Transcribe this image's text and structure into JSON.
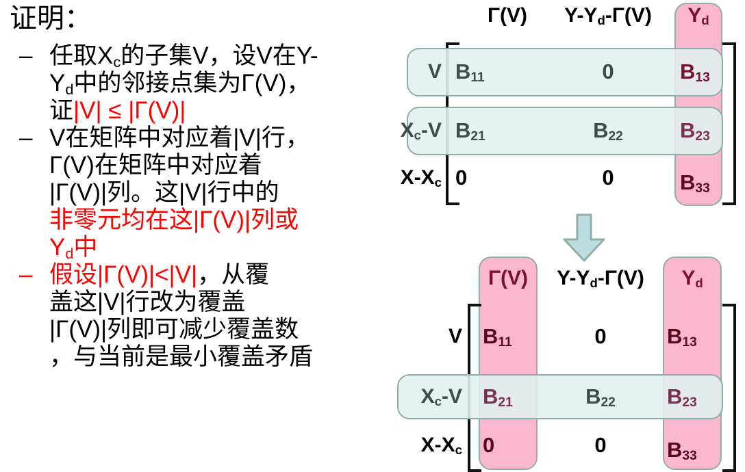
{
  "slide": {
    "title": "证明：",
    "bullets": [
      {
        "id": "bullet-1",
        "dash": "–",
        "lines": [
          [
            {
              "t": "任取X",
              "c": "black"
            },
            {
              "t": "c",
              "c": "black",
              "sub": true
            },
            {
              "t": "的子集V，设V在Y-",
              "c": "black"
            }
          ],
          [
            {
              "t": "Y",
              "c": "black"
            },
            {
              "t": "d",
              "c": "black",
              "sub": true
            },
            {
              "t": "中的邻接点集为Γ(V)，",
              "c": "black"
            }
          ],
          [
            {
              "t": "证",
              "c": "black"
            },
            {
              "t": "|V| ≤ |Γ(V)|",
              "c": "red"
            }
          ]
        ]
      },
      {
        "id": "bullet-2",
        "dash": "–",
        "lines": [
          [
            {
              "t": "V在矩阵中对应着|V|行，",
              "c": "black"
            }
          ],
          [
            {
              "t": "Γ(V)在矩阵中对应着",
              "c": "black"
            }
          ],
          [
            {
              "t": "|Γ(V)|列。这|V|行中的",
              "c": "black"
            }
          ],
          [
            {
              "t": "非零元均在这|Γ(V)|列或",
              "c": "red"
            }
          ],
          [
            {
              "t": "Y",
              "c": "red"
            },
            {
              "t": "d",
              "c": "red",
              "sub": true
            },
            {
              "t": "中",
              "c": "red"
            }
          ]
        ]
      },
      {
        "id": "bullet-3",
        "dash": "–",
        "dash_color": "red",
        "lines": [
          [
            {
              "t": "假设|Γ(V)|<|V|",
              "c": "red"
            },
            {
              "t": "，从覆",
              "c": "black"
            }
          ],
          [
            {
              "t": "盖这|V|行改为覆盖",
              "c": "black"
            }
          ],
          [
            {
              "t": "|Γ(V)|列即可减少覆盖数",
              "c": "black"
            }
          ],
          [
            {
              "t": "，与当前是最小覆盖矛盾",
              "c": "black"
            }
          ]
        ]
      }
    ]
  },
  "matrix_top": {
    "name": "matrix-before",
    "col_headers": [
      {
        "id": "col-gammaV",
        "text": "Γ(V)",
        "highlighted": false
      },
      {
        "id": "col-y-yd-gammaV",
        "text": "Y-Yd-Γ(V)",
        "highlighted": false
      },
      {
        "id": "col-yd",
        "text": "Yd",
        "highlighted": true
      }
    ],
    "row_labels": [
      {
        "id": "row-v",
        "text": "V",
        "highlighted": true
      },
      {
        "id": "row-xc-v",
        "text": "Xc-V",
        "highlighted": true
      },
      {
        "id": "row-x-xc",
        "text": "X-Xc",
        "highlighted": false
      }
    ],
    "cells": [
      [
        "B11",
        "0",
        "B13"
      ],
      [
        "B21",
        "B22",
        "B23"
      ],
      [
        "0",
        "0",
        "B33"
      ]
    ],
    "highlight": {
      "rows": [
        "row-v",
        "row-xc-v"
      ],
      "cols": [
        "col-yd"
      ],
      "row_color": "#e0f1ef",
      "col_color": "#faaac4",
      "border_color": "#8fadab"
    }
  },
  "arrow": {
    "name": "down-arrow",
    "fill": "#bedde2",
    "stroke": "#8fadab"
  },
  "matrix_bottom": {
    "name": "matrix-after",
    "col_headers": [
      {
        "id": "col-gammaV",
        "text": "Γ(V)",
        "highlighted": true
      },
      {
        "id": "col-y-yd-gammaV",
        "text": "Y-Yd-Γ(V)",
        "highlighted": false
      },
      {
        "id": "col-yd",
        "text": "Yd",
        "highlighted": true
      }
    ],
    "row_labels": [
      {
        "id": "row-v",
        "text": "V",
        "highlighted": false
      },
      {
        "id": "row-xc-v",
        "text": "Xc-V",
        "highlighted": true
      },
      {
        "id": "row-x-xc",
        "text": "X-Xc",
        "highlighted": false
      }
    ],
    "cells": [
      [
        "B11",
        "0",
        "B13"
      ],
      [
        "B21",
        "B22",
        "B23"
      ],
      [
        "0",
        "0",
        "B33"
      ]
    ],
    "highlight": {
      "rows": [
        "row-xc-v"
      ],
      "cols": [
        "col-gammaV",
        "col-yd"
      ],
      "row_color": "#e0f1ef",
      "col_color": "#faaac4",
      "border_color": "#8fadab"
    }
  },
  "subscripts": {
    "yd": "d",
    "xc": "c",
    "b11": "11",
    "b13": "13",
    "b21": "21",
    "b22": "22",
    "b23": "23",
    "b33": "33"
  }
}
